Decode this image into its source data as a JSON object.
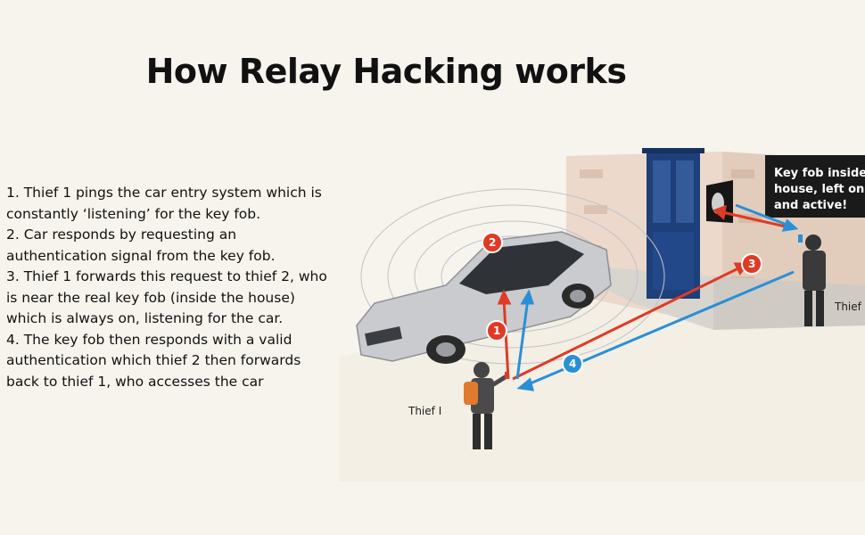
{
  "slide": {
    "title": "How Relay Hacking works"
  },
  "steps": [
    {
      "text": "1. Thief 1 pings the car entry system which is constantly ‘listening’ for the key fob."
    },
    {
      "text": "2. Car responds by requesting an authentication signal from the key fob."
    },
    {
      "text": "3. Thief 1 forwards this request to thief 2, who is near the real key fob (inside the house) which is always on, listening for the car."
    },
    {
      "text": "4. The key fob then responds with a valid authentication which thief 2 then forwards back to thief 1, who accesses the car"
    }
  ],
  "diagram": {
    "callout": {
      "lines": [
        "Key fob inside",
        "house, left on",
        "and active!"
      ]
    },
    "labels": {
      "thief_1": "Thief I",
      "thief_2": "Thief"
    },
    "badges": [
      "1",
      "2",
      "3",
      "4"
    ],
    "colors": {
      "red_signal": "#e03a26",
      "blue_signal": "#2b8fd6",
      "callout_bg": "#1a1a1a",
      "car_body": "#c9cbce",
      "door": "#1d3f7a",
      "wall": "#e9d6c8"
    },
    "icons": [
      "car-icon",
      "house-icon",
      "door-icon",
      "key-fob-icon",
      "person-icon",
      "phone-icon",
      "relay-device-icon"
    ]
  }
}
